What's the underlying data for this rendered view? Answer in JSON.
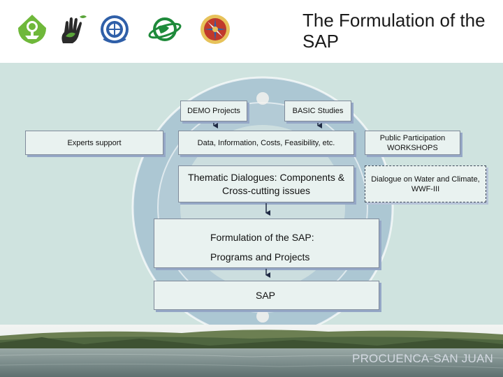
{
  "header": {
    "title": "The Formulation of the SAP",
    "logos": [
      "tree-logo-icon",
      "hand-print-logo-icon",
      "unep-logo-icon",
      "globe-ring-logo-icon",
      "oas-seal-logo-icon"
    ]
  },
  "diagram": {
    "demo_projects": "DEMO Projects",
    "basic_studies": "BASIC Studies",
    "experts_support": "Experts support",
    "data_info": "Data, Information, Costs, Feasibility, etc.",
    "public_participation": "Public Participation WORKSHOPS",
    "thematic_dialogues": "Thematic Dialogues: Components & Cross-cutting issues",
    "dialogue_water": "Dialogue on Water and Climate, WWF-III",
    "formulation_line1": "Formulation of the SAP:",
    "formulation_line2": "Programs and Projects",
    "sap": "SAP"
  },
  "footer": {
    "brand": "PROCUENCA-SAN JUAN"
  },
  "colors": {
    "panel": "#cfe3df",
    "box_fill": "#e9f2f0",
    "box_shadow": "#95a7c6",
    "arrow": "#1f2a44"
  }
}
